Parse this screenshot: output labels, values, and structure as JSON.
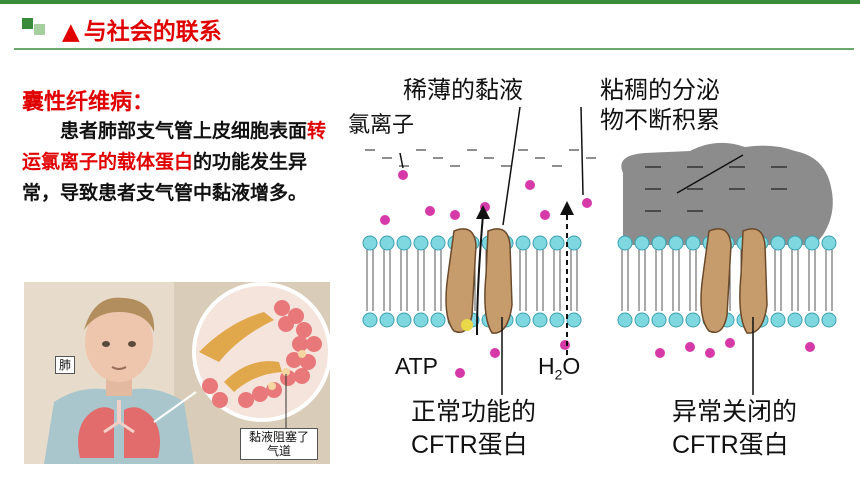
{
  "header": {
    "title": "与社会的联系",
    "tri": "▲"
  },
  "content": {
    "disease": "囊性纤维病：",
    "para_a": "患者肺部支气管上皮细胞表面",
    "para_b": "转运氯离子的载体蛋白",
    "para_c": "的功能发生异常，导致患者支气管中黏液增多。"
  },
  "photo": {
    "lung_label": "肺",
    "mucus_label": "黏液阻塞了气道"
  },
  "diagram": {
    "thin_mucus": "稀薄的黏液",
    "secretion_line1": "粘稠的分泌",
    "secretion_line2": "物不断积累",
    "chloride": "氯离子",
    "atp": "ATP",
    "h2o": "H",
    "h2o_sub": "2",
    "h2o_end": "O",
    "normal_line1": "正常功能的",
    "normal_line2": "CFTR蛋白",
    "abnormal_line1": "异常关闭的",
    "abnormal_line2": "CFTR蛋白"
  },
  "colors": {
    "accent_red": "#e00000",
    "green": "#3a8b3a",
    "membrane": "#7fd8e0",
    "protein": "#c69c6d",
    "ion": "#d63aa8"
  }
}
